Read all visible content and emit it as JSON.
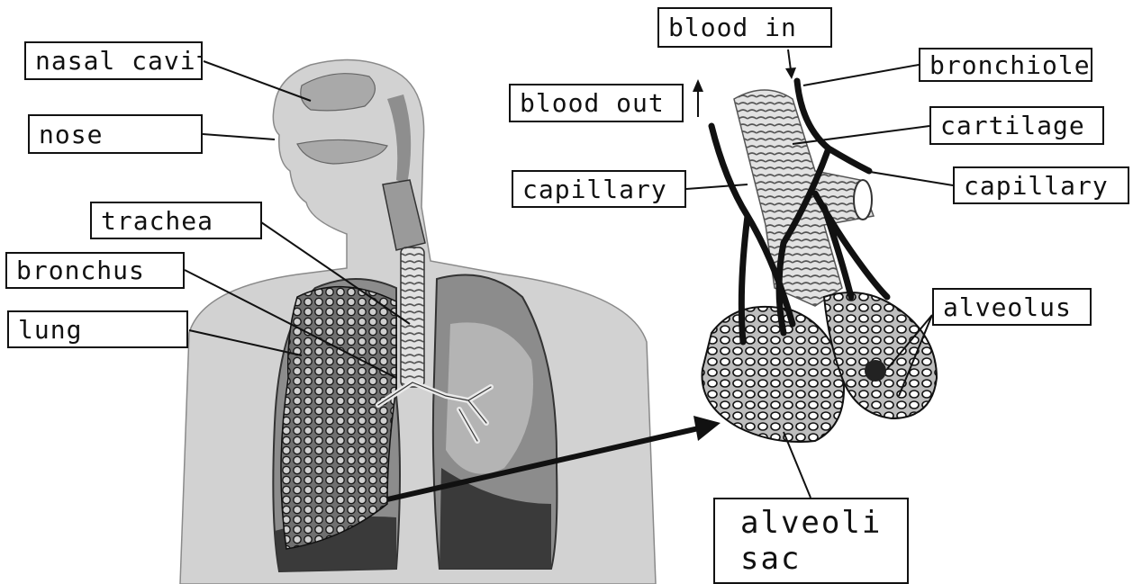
{
  "labels": {
    "nasal_cavity": "nasal cavity",
    "nose": "nose",
    "trachea": "trachea",
    "bronchus": "bronchus",
    "lung": "lung",
    "blood_in": "blood in",
    "blood_out": "blood out",
    "bronchiole": "bronchiole",
    "cartilage": "cartilage",
    "capillary_left": "capillary",
    "capillary_right": "capillary",
    "alveolus": "alveolus",
    "alveoli_sac_line1": "alveoli",
    "alveoli_sac_line2": "sac"
  },
  "colors": {
    "ink": "#111111",
    "skin": "#d2d2d2",
    "lung_fill": "#8c8c8c",
    "lung_dark": "#3a3a3a",
    "airway": "#c8c8c8"
  }
}
